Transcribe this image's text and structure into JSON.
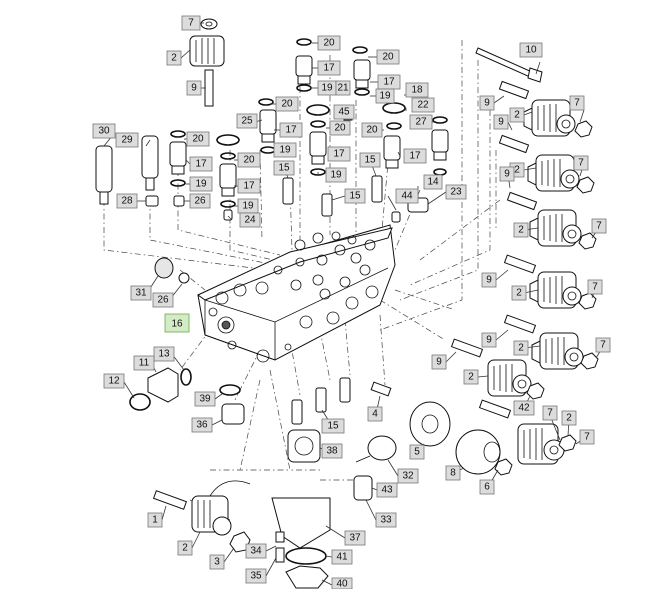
{
  "callouts": [
    {
      "id": "c7a",
      "label": "7"
    },
    {
      "id": "c2a",
      "label": "2"
    },
    {
      "id": "c9a",
      "label": "9"
    },
    {
      "id": "c20a",
      "label": "20"
    },
    {
      "id": "c20b",
      "label": "20"
    },
    {
      "id": "c17a",
      "label": "17"
    },
    {
      "id": "c17b",
      "label": "17"
    },
    {
      "id": "c19a",
      "label": "19"
    },
    {
      "id": "c21",
      "label": "21"
    },
    {
      "id": "c19b",
      "label": "19"
    },
    {
      "id": "c10",
      "label": "10"
    },
    {
      "id": "c9b",
      "label": "9"
    },
    {
      "id": "c7b",
      "label": "7"
    },
    {
      "id": "c2b",
      "label": "2"
    },
    {
      "id": "c9c",
      "label": "9"
    },
    {
      "id": "c20c",
      "label": "20"
    },
    {
      "id": "c45",
      "label": "45"
    },
    {
      "id": "c18",
      "label": "18"
    },
    {
      "id": "c22",
      "label": "22"
    },
    {
      "id": "c25",
      "label": "25"
    },
    {
      "id": "c17c",
      "label": "17"
    },
    {
      "id": "c20d",
      "label": "20"
    },
    {
      "id": "c20e",
      "label": "20"
    },
    {
      "id": "c27",
      "label": "27"
    },
    {
      "id": "c30",
      "label": "30"
    },
    {
      "id": "c29",
      "label": "29"
    },
    {
      "id": "c20f",
      "label": "20"
    },
    {
      "id": "c19c",
      "label": "19"
    },
    {
      "id": "c17d",
      "label": "17"
    },
    {
      "id": "c20g",
      "label": "20"
    },
    {
      "id": "c17e",
      "label": "17"
    },
    {
      "id": "c17f",
      "label": "17"
    },
    {
      "id": "c2c",
      "label": "2"
    },
    {
      "id": "c7c",
      "label": "7"
    },
    {
      "id": "c9d",
      "label": "9"
    },
    {
      "id": "c15a",
      "label": "15"
    },
    {
      "id": "c15b",
      "label": "15"
    },
    {
      "id": "c19d",
      "label": "19"
    },
    {
      "id": "c19e",
      "label": "19"
    },
    {
      "id": "c14",
      "label": "14"
    },
    {
      "id": "c17g",
      "label": "17"
    },
    {
      "id": "c15c",
      "label": "15"
    },
    {
      "id": "c44",
      "label": "44"
    },
    {
      "id": "c23",
      "label": "23"
    },
    {
      "id": "c28",
      "label": "28"
    },
    {
      "id": "c26a",
      "label": "26"
    },
    {
      "id": "c19f",
      "label": "19"
    },
    {
      "id": "c24",
      "label": "24"
    },
    {
      "id": "c7d",
      "label": "7"
    },
    {
      "id": "c2d",
      "label": "2"
    },
    {
      "id": "c9e",
      "label": "9"
    },
    {
      "id": "c7e",
      "label": "7"
    },
    {
      "id": "c2e",
      "label": "2"
    },
    {
      "id": "c31",
      "label": "31"
    },
    {
      "id": "c26b",
      "label": "26"
    },
    {
      "id": "c16",
      "label": "16"
    },
    {
      "id": "c9f",
      "label": "9"
    },
    {
      "id": "c7f",
      "label": "7"
    },
    {
      "id": "c2f",
      "label": "2"
    },
    {
      "id": "c13",
      "label": "13"
    },
    {
      "id": "c11",
      "label": "11"
    },
    {
      "id": "c12",
      "label": "12"
    },
    {
      "id": "c9g",
      "label": "9"
    },
    {
      "id": "c2g",
      "label": "2"
    },
    {
      "id": "c42",
      "label": "42"
    },
    {
      "id": "c7g",
      "label": "7"
    },
    {
      "id": "c2h",
      "label": "2"
    },
    {
      "id": "c39",
      "label": "39"
    },
    {
      "id": "c36",
      "label": "36"
    },
    {
      "id": "c4",
      "label": "4"
    },
    {
      "id": "c15d",
      "label": "15"
    },
    {
      "id": "c7h",
      "label": "7"
    },
    {
      "id": "c5",
      "label": "5"
    },
    {
      "id": "c38",
      "label": "38"
    },
    {
      "id": "c32",
      "label": "32"
    },
    {
      "id": "c8",
      "label": "8"
    },
    {
      "id": "c6",
      "label": "6"
    },
    {
      "id": "c43",
      "label": "43"
    },
    {
      "id": "c1",
      "label": "1"
    },
    {
      "id": "c33",
      "label": "33"
    },
    {
      "id": "c37",
      "label": "37"
    },
    {
      "id": "c2i",
      "label": "2"
    },
    {
      "id": "c34",
      "label": "34"
    },
    {
      "id": "c41",
      "label": "41"
    },
    {
      "id": "c3",
      "label": "3"
    },
    {
      "id": "c35",
      "label": "35"
    },
    {
      "id": "c40",
      "label": "40"
    }
  ]
}
